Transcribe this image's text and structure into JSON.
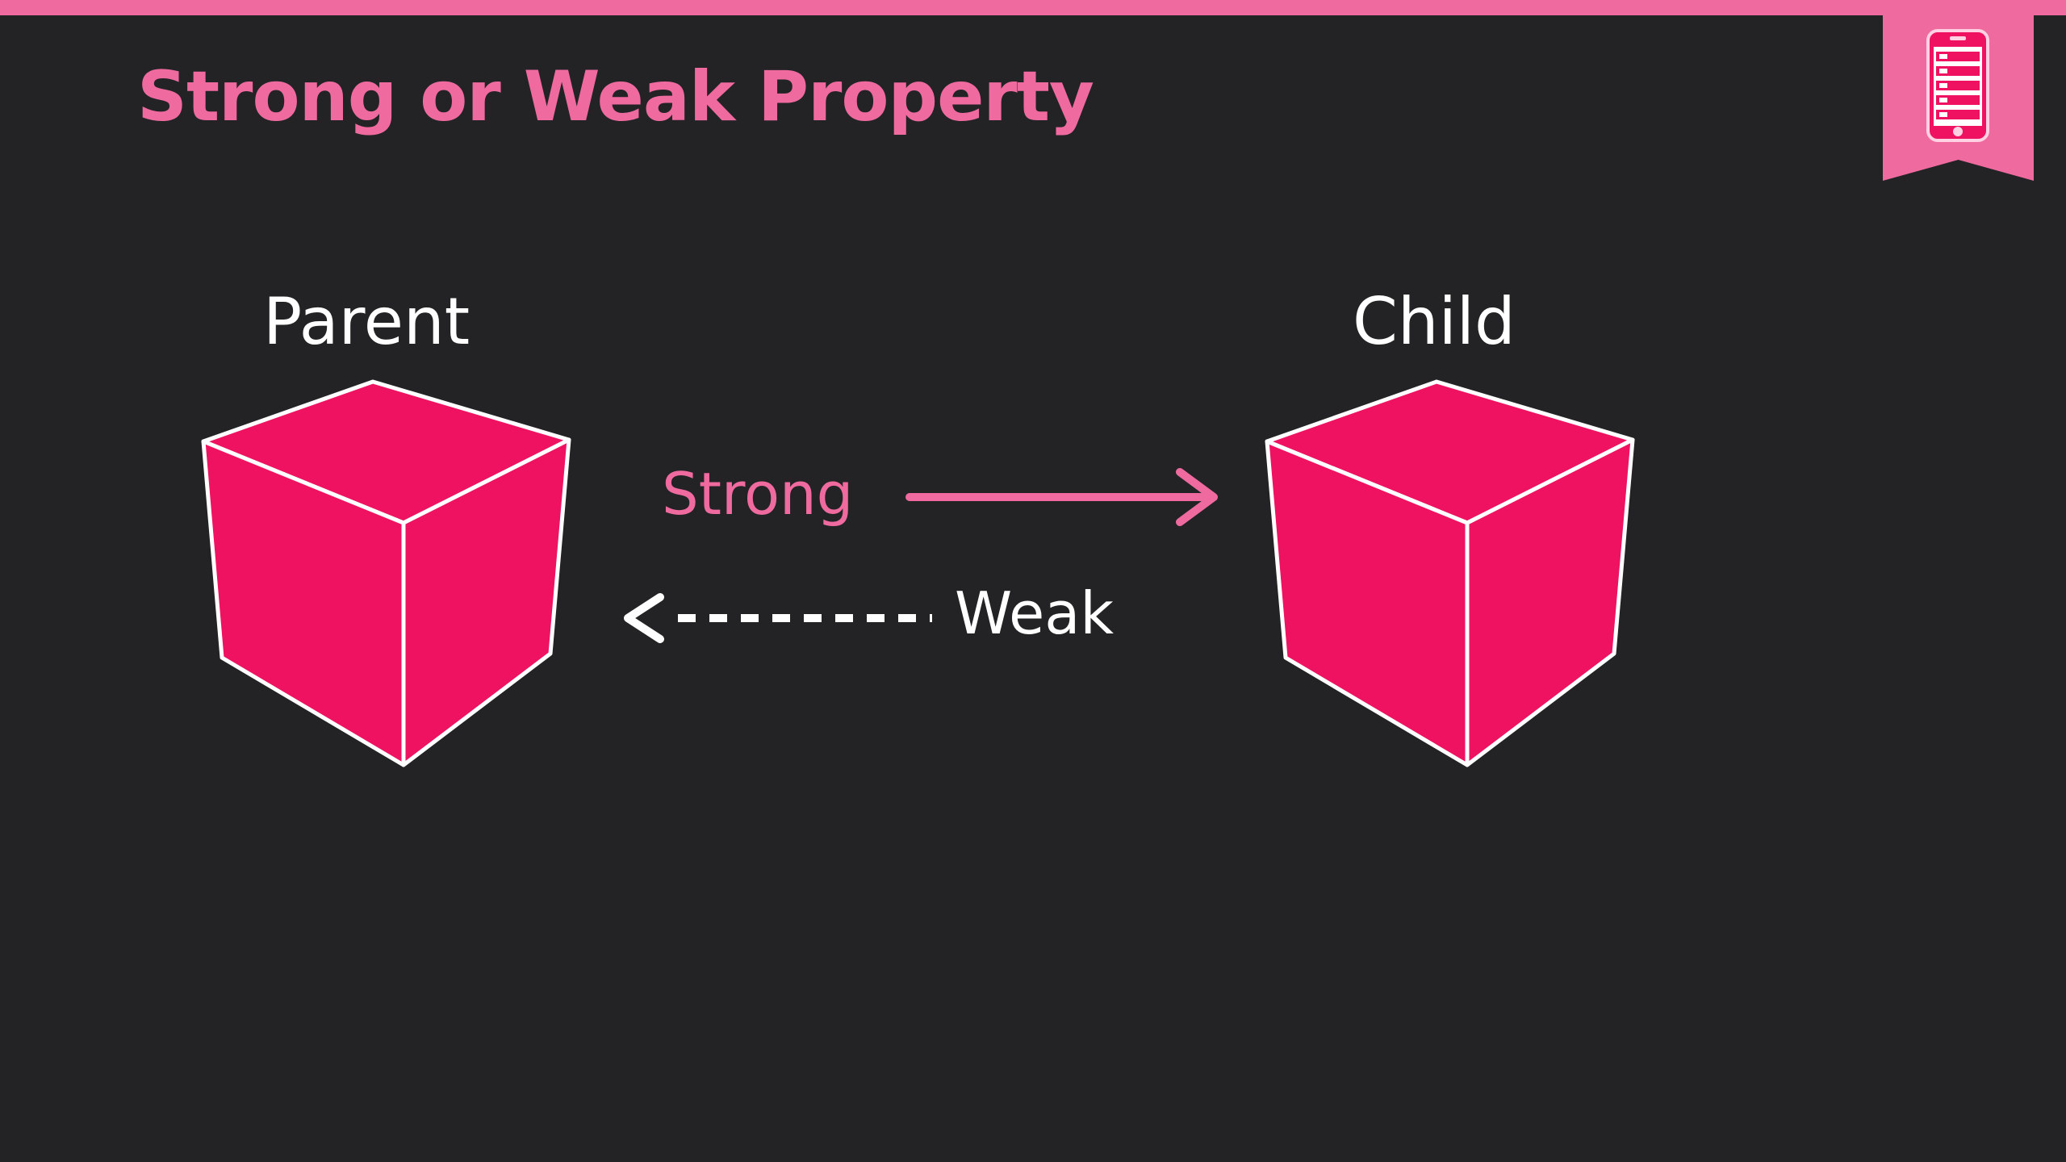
{
  "slide": {
    "title": "Strong or Weak Property"
  },
  "diagram": {
    "nodes": [
      {
        "id": "parent",
        "label": "Parent"
      },
      {
        "id": "child",
        "label": "Child"
      }
    ],
    "edges": [
      {
        "from": "parent",
        "to": "child",
        "label": "Strong",
        "style": "solid"
      },
      {
        "from": "child",
        "to": "parent",
        "label": "Weak",
        "style": "dashed"
      }
    ]
  },
  "colors": {
    "background": "#232326",
    "accent": "#ee6a9f",
    "cube_fill": "#ee1260",
    "cube_edge": "#ffffff",
    "text_light": "#ffffff"
  },
  "icons": {
    "badge": "mobile-phone-list-icon"
  }
}
